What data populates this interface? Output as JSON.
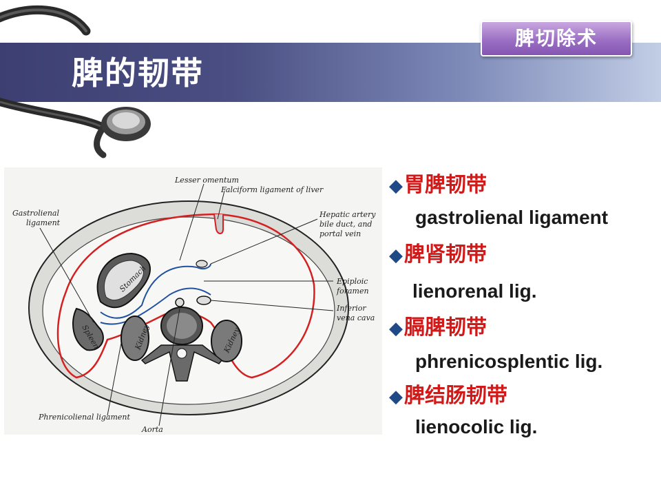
{
  "slide": {
    "title": "脾的韧带",
    "section_tag": "脾切除术"
  },
  "figure": {
    "labels": {
      "lesser_omentum": "Lesser omentum",
      "falciform": "Falciform ligament of liver",
      "gastrolienal_1": "Gastrolienal",
      "gastrolienal_2": "ligament",
      "hepatic_1": "Hepatic artery",
      "hepatic_2": "bile duct, and",
      "hepatic_3": "portal vein",
      "epiploic_1": "Epiploic",
      "epiploic_2": "foramen",
      "inferior_1": "Inferior",
      "inferior_2": "vena cava",
      "phrenicolienal": "Phrenicolienal ligament",
      "aorta": "Aorta",
      "stomach": "Stomach",
      "spleen": "Spleen",
      "kidney_left": "Kidney",
      "kidney_right": "Kidney"
    }
  },
  "ligaments": [
    {
      "zh": "胃脾韧带",
      "en": "gastrolienal ligament"
    },
    {
      "zh": "脾肾韧带",
      "en": "lienorenal lig."
    },
    {
      "zh": "膈脾韧带",
      "en": "phrenicosplentic lig."
    },
    {
      "zh": "脾结肠韧带",
      "en": "lienocolic lig."
    }
  ],
  "bullet_glyph": "◆",
  "colors": {
    "title_bar": "#3d3f72",
    "heading_red": "#d01919",
    "bullet_blue": "#1f4a86",
    "tag_purple": "#9b6fc4"
  }
}
